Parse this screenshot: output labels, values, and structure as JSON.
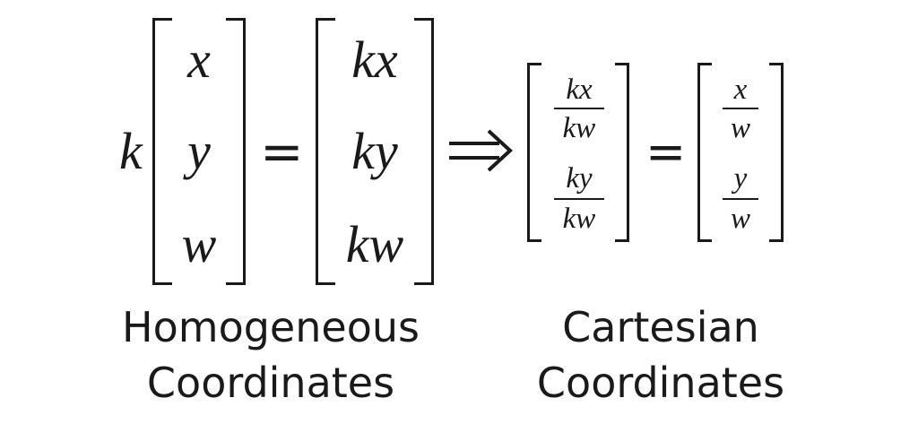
{
  "equation": {
    "scalar": "k",
    "homogeneous_vector": [
      "x",
      "y",
      "w"
    ],
    "scaled_vector": [
      "kx",
      "ky",
      "kw"
    ],
    "equals": "=",
    "implies": "⇒",
    "scaled_fractions": [
      {
        "num": "kx",
        "den": "kw"
      },
      {
        "num": "ky",
        "den": "kw"
      }
    ],
    "cartesian_fractions": [
      {
        "num": "x",
        "den": "w"
      },
      {
        "num": "y",
        "den": "w"
      }
    ]
  },
  "labels": {
    "homogeneous": [
      "Homogeneous",
      "Coordinates"
    ],
    "cartesian": [
      "Cartesian",
      "Coordinates"
    ]
  }
}
